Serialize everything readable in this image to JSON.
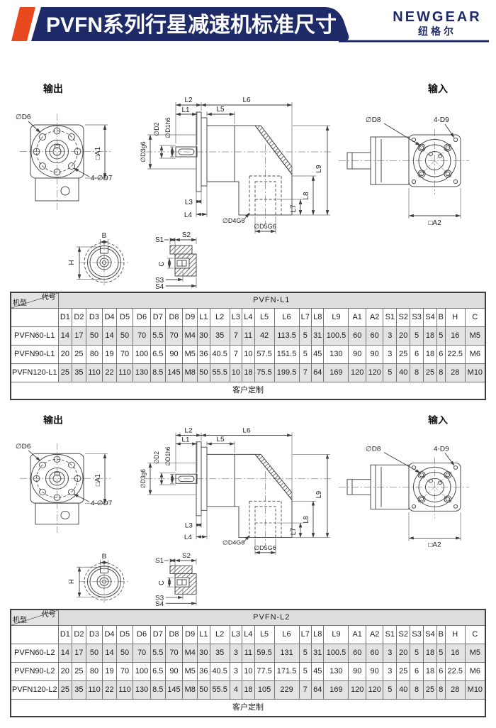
{
  "colors": {
    "navy": "#1f2b69",
    "orange": "#e8491f",
    "white": "#ffffff",
    "table_gray": "#e3e3e3"
  },
  "header": {
    "title": "PVFN系列行星减速机标准尺寸",
    "logo_name": "NEWGEAR",
    "logo_cn": "纽格尔"
  },
  "drawing": {
    "output_label": "输出",
    "input_label": "输入",
    "labels": {
      "d6": "∅D6",
      "a1": "□A1",
      "d7": "4-∅D7",
      "d2": "∅D2",
      "d1": "∅D1h6",
      "d3": "∅D3g6",
      "l1": "L1",
      "l2": "L2",
      "l3": "L3",
      "l4": "L4",
      "l5": "L5",
      "l6": "L6",
      "l7": "L7",
      "l8": "L8",
      "l9": "L9",
      "d4": "∅D4G6",
      "d5": "∅D5G6",
      "d8": "∅D8",
      "d9": "4-D9",
      "a2": "□A2",
      "b": "B",
      "h": "H",
      "s1": "S1",
      "s2": "S2",
      "s3": "S3",
      "s4": "S4",
      "c": "C"
    }
  },
  "tables": [
    {
      "title": "PVFN-L1",
      "corner_top": "代号",
      "corner_bottom": "机型",
      "columns": [
        "D1",
        "D2",
        "D3",
        "D4",
        "D5",
        "D6",
        "D7",
        "D8",
        "D9",
        "L1",
        "L2",
        "L3",
        "L4",
        "L5",
        "L6",
        "L7",
        "L8",
        "L9",
        "A1",
        "A2",
        "S1",
        "S2",
        "S3",
        "S4",
        "B",
        "H",
        "C"
      ],
      "rows": [
        {
          "model": "PVFN60-L1",
          "values": [
            14,
            17,
            50,
            14,
            50,
            70,
            5.5,
            70,
            "M4",
            30,
            35,
            7,
            11,
            42,
            113.5,
            5,
            31,
            100.5,
            60,
            60,
            3,
            20,
            5,
            18,
            5,
            16,
            "M5"
          ]
        },
        {
          "model": "PVFN90-L1",
          "values": [
            20,
            25,
            80,
            19,
            70,
            100,
            6.5,
            90,
            "M5",
            36,
            40.5,
            7,
            10,
            57.5,
            151.5,
            5,
            45,
            130,
            90,
            90,
            3,
            25,
            6,
            18,
            6,
            22.5,
            "M6"
          ]
        },
        {
          "model": "PVFN120-L1",
          "values": [
            25,
            35,
            110,
            22,
            110,
            130,
            8.5,
            145,
            "M8",
            50,
            55.5,
            10,
            18,
            75.5,
            199.5,
            7,
            64,
            169,
            120,
            120,
            5,
            40,
            8,
            25,
            8,
            28,
            "M10"
          ]
        }
      ],
      "footer": "客户定制"
    },
    {
      "title": "PVFN-L2",
      "corner_top": "代号",
      "corner_bottom": "机型",
      "columns": [
        "D1",
        "D2",
        "D3",
        "D4",
        "D5",
        "D6",
        "D7",
        "D8",
        "D9",
        "L1",
        "L2",
        "L3",
        "L4",
        "L5",
        "L6",
        "L7",
        "L8",
        "L9",
        "A1",
        "A2",
        "S1",
        "S2",
        "S3",
        "S4",
        "B",
        "H",
        "C"
      ],
      "rows": [
        {
          "model": "PVFN60-L2",
          "values": [
            14,
            17,
            50,
            14,
            50,
            70,
            5.5,
            70,
            "M4",
            30,
            35,
            3,
            11,
            59.5,
            131,
            5,
            31,
            100.5,
            60,
            60,
            3,
            20,
            5,
            18,
            5,
            16,
            "M5"
          ]
        },
        {
          "model": "PVFN90-L2",
          "values": [
            20,
            25,
            80,
            19,
            70,
            100,
            6.5,
            90,
            "M5",
            36,
            40.5,
            3,
            10,
            77.5,
            171.5,
            5,
            45,
            130,
            90,
            90,
            3,
            25,
            6,
            18,
            6,
            22.5,
            "M6"
          ]
        },
        {
          "model": "PVFN120-L2",
          "values": [
            25,
            35,
            110,
            22,
            110,
            130,
            8.5,
            145,
            "M8",
            50,
            55.5,
            4,
            18,
            105,
            229,
            7,
            64,
            169,
            120,
            120,
            5,
            40,
            8,
            25,
            8,
            28,
            "M10"
          ]
        }
      ],
      "footer": "客户定制"
    }
  ]
}
